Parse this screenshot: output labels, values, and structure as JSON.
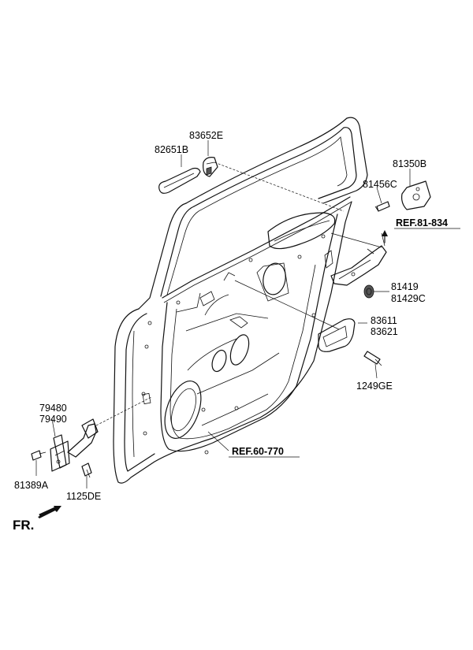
{
  "labels": {
    "p83652E": "83652E",
    "p82651B": "82651B",
    "p81350B": "81350B",
    "p81456C": "81456C",
    "ref81834": "REF.81-834",
    "p81419": "81419",
    "p81429C": "81429C",
    "p83611": "83611",
    "p83621": "83621",
    "p1249GE": "1249GE",
    "ref60770": "REF.60-770",
    "p79480": "79480",
    "p79490": "79490",
    "p81389A": "81389A",
    "p1125DE": "1125DE",
    "fr": "FR."
  }
}
